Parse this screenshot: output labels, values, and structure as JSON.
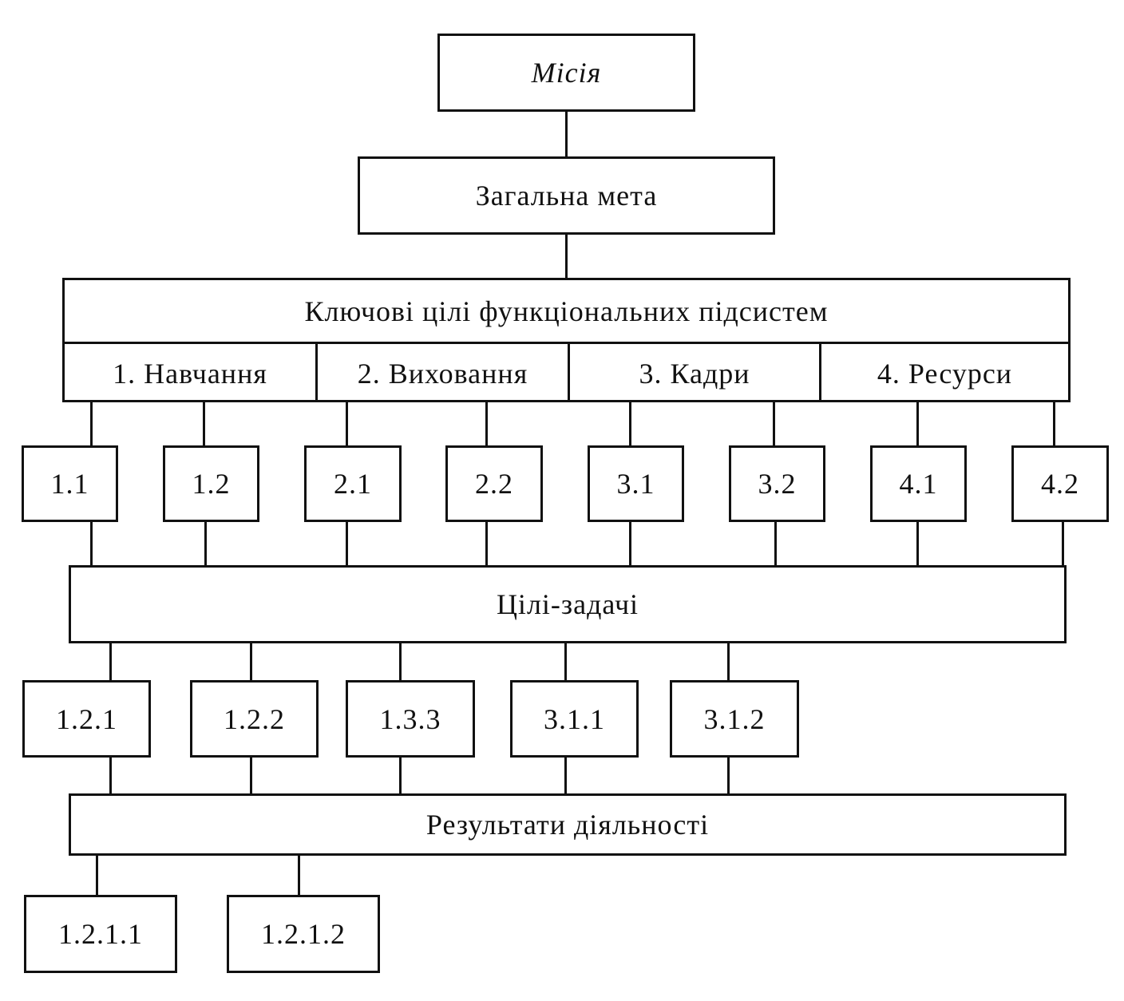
{
  "mission": "Місія",
  "general_goal": "Загальна мета",
  "key_goals": {
    "title": "Ключові цілі функціональних підсистем",
    "subsystems": [
      "1. Навчання",
      "2. Виховання",
      "3. Кадри",
      "4. Ресурси"
    ]
  },
  "key_goal_items": [
    "1.1",
    "1.2",
    "2.1",
    "2.2",
    "3.1",
    "3.2",
    "4.1",
    "4.2"
  ],
  "tasks": {
    "title": "Цілі-задачі",
    "items": [
      "1.2.1",
      "1.2.2",
      "1.3.3",
      "3.1.1",
      "3.1.2"
    ]
  },
  "results": {
    "title": "Результати діяльності",
    "items": [
      "1.2.1.1",
      "1.2.1.2"
    ]
  },
  "colors": {
    "line": "#111111",
    "background": "#ffffff"
  }
}
